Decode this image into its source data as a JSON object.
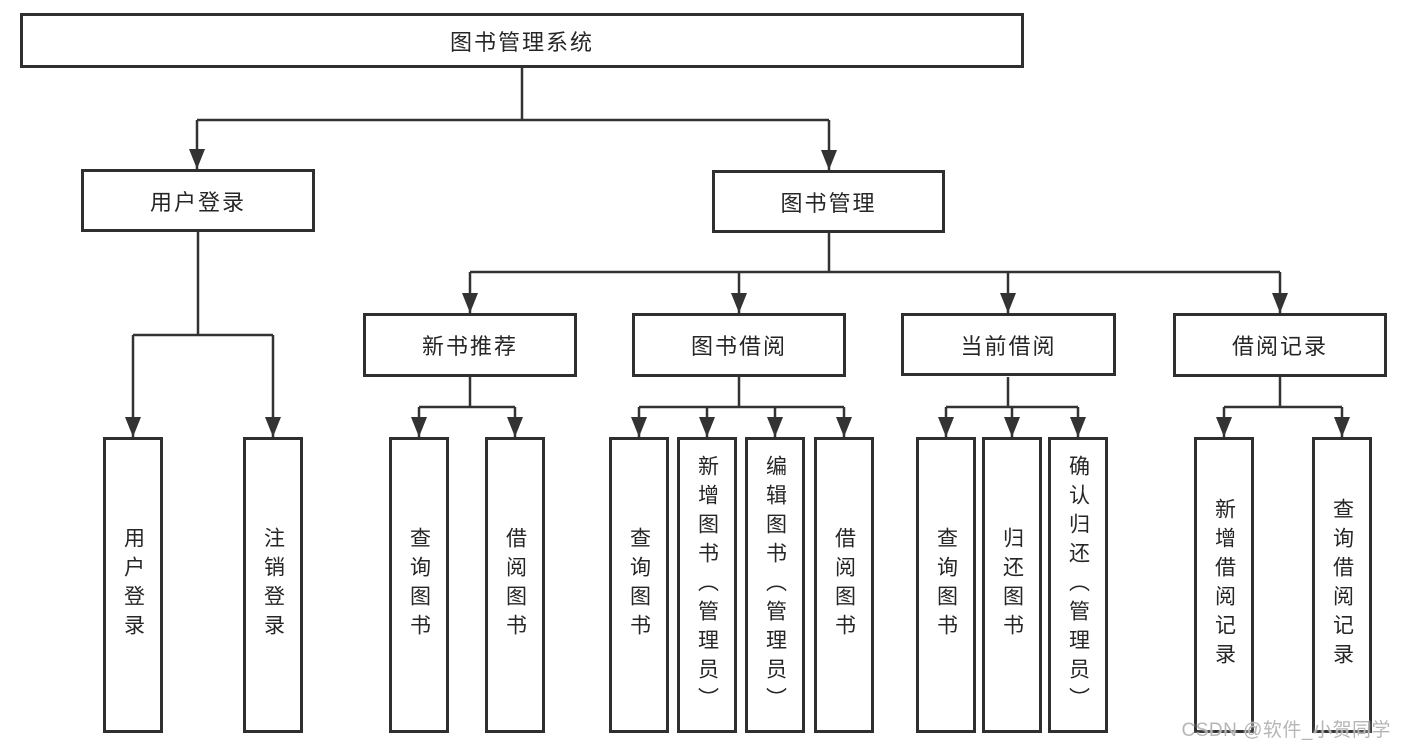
{
  "tree": {
    "label": "图书管理系统",
    "children": [
      {
        "label": "用户登录",
        "children": [
          {
            "label": "用户登录"
          },
          {
            "label": "注销登录"
          }
        ]
      },
      {
        "label": "图书管理",
        "children": [
          {
            "label": "新书推荐",
            "children": [
              {
                "label": "查询图书"
              },
              {
                "label": "借阅图书"
              }
            ]
          },
          {
            "label": "图书借阅",
            "children": [
              {
                "label": "查询图书"
              },
              {
                "label": "新增图书（管理员）"
              },
              {
                "label": "编辑图书（管理员）"
              },
              {
                "label": "借阅图书"
              }
            ]
          },
          {
            "label": "当前借阅",
            "children": [
              {
                "label": "查询图书"
              },
              {
                "label": "归还图书"
              },
              {
                "label": "确认归还（管理员）"
              }
            ]
          },
          {
            "label": "借阅记录",
            "children": [
              {
                "label": "新增借阅记录"
              },
              {
                "label": "查询借阅记录"
              }
            ]
          }
        ]
      }
    ]
  },
  "watermark": {
    "text": "CSDN @软件_小贺同学"
  },
  "colors": {
    "line": "#333333",
    "box_border": "#2f2f2f",
    "box_fill": "#ffffff",
    "text": "#262626",
    "watermark": "#b6b6b6",
    "background": "#ffffff"
  }
}
